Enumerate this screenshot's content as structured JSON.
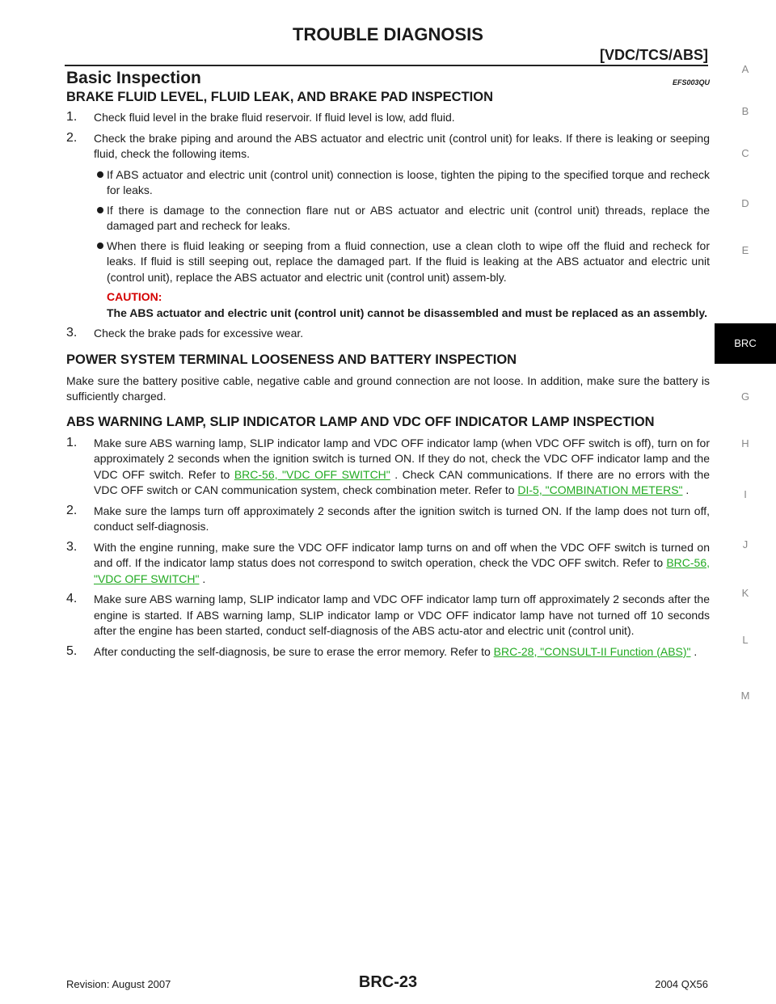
{
  "header": {
    "title": "TROUBLE DIAGNOSIS",
    "subtitle": "[VDC/TCS/ABS]"
  },
  "section": {
    "title": "Basic Inspection",
    "code": "EFS003QU"
  },
  "sub1": {
    "title": "BRAKE FLUID LEVEL, FLUID LEAK, AND BRAKE PAD INSPECTION",
    "item1": {
      "num": "1.",
      "text": "Check fluid level in the brake fluid reservoir. If fluid level is low, add fluid."
    },
    "item2": {
      "num": "2.",
      "text": "Check the brake piping and around the ABS actuator and electric unit (control unit) for leaks. If there is leaking or seeping fluid, check the following items."
    },
    "bullets": [
      "If ABS actuator and electric unit (control unit) connection is loose, tighten the piping to the specified torque and recheck for leaks.",
      "If there is damage to the connection flare nut or ABS actuator and electric unit (control unit) threads, replace the damaged part and recheck for leaks.",
      "When there is fluid leaking or seeping from a fluid connection, use a clean cloth to wipe off the fluid and recheck for leaks. If fluid is still seeping out, replace the damaged part. If the fluid is leaking at the ABS actuator and electric unit (control unit), replace the ABS actuator and electric unit (control unit) assem-bly."
    ],
    "caution_label": "CAUTION:",
    "caution_text": "The ABS actuator and electric unit (control unit) cannot be disassembled and must be replaced as an assembly.",
    "item3": {
      "num": "3.",
      "text": "Check the brake pads for excessive wear."
    }
  },
  "sub2": {
    "title": "POWER SYSTEM TERMINAL LOOSENESS AND BATTERY INSPECTION",
    "text": "Make sure the battery positive cable, negative cable and ground connection are not loose. In addition, make sure the battery is sufficiently charged."
  },
  "sub3": {
    "title": "ABS WARNING LAMP, SLIP INDICATOR LAMP AND VDC OFF INDICATOR LAMP INSPECTION",
    "i1": {
      "num": "1.",
      "a": "Make sure ABS warning lamp, SLIP indicator lamp and VDC OFF indicator lamp (when VDC OFF switch is off), turn on for approximately 2 seconds when the ignition switch is turned ON. If they do not, check the VDC OFF indicator lamp and the VDC OFF switch. Refer to ",
      "link1": "BRC-56, \"VDC OFF SWITCH\"",
      "b": " . Check CAN communications. If there are no errors with the VDC OFF switch or CAN communication system, check combination meter. Refer to ",
      "link2": "DI-5, \"COMBINATION METERS\"",
      "c": " ."
    },
    "i2": {
      "num": "2.",
      "text": "Make sure the lamps turn off approximately 2 seconds after the ignition switch is turned ON. If the lamp does not turn off, conduct self-diagnosis."
    },
    "i3": {
      "num": "3.",
      "a": "With the engine running, make sure the VDC OFF indicator lamp turns on and off when the VDC OFF switch is turned on and off. If the indicator lamp status does not correspond to switch operation, check the VDC OFF switch. Refer to ",
      "link": "BRC-56, \"VDC OFF SWITCH\"",
      "b": " ."
    },
    "i4": {
      "num": "4.",
      "text": "Make sure ABS warning lamp, SLIP indicator lamp and VDC OFF indicator lamp turn off approximately 2 seconds after the engine is started. If ABS warning lamp, SLIP indicator lamp or VDC OFF indicator lamp have not turned off 10 seconds after the engine has been started, conduct self-diagnosis of the ABS actu-ator and electric unit (control unit)."
    },
    "i5": {
      "num": "5.",
      "a": "After conducting the self-diagnosis, be sure to erase the error memory. Refer to ",
      "link": "BRC-28, \"CONSULT-II Function (ABS)\"",
      "b": " ."
    }
  },
  "tabs": [
    "A",
    "B",
    "C",
    "D",
    "E",
    "BRC",
    "G",
    "H",
    "I",
    "J",
    "K",
    "L",
    "M"
  ],
  "footer": {
    "revision": "Revision: August 2007",
    "page": "BRC-23",
    "model": "2004 QX56"
  }
}
